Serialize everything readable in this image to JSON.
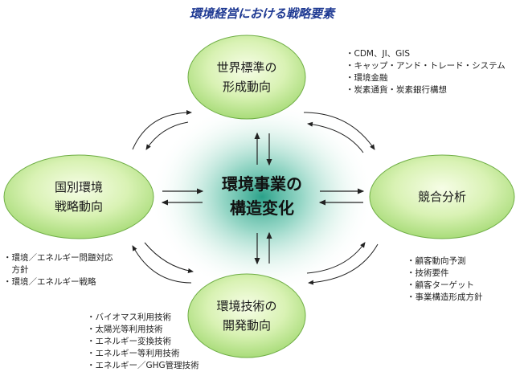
{
  "title": "環境経営における戦略要素",
  "center": {
    "line1": "環境事業の",
    "line2": "構造変化"
  },
  "nodes": {
    "top": {
      "line1": "世界標準の",
      "line2": "形成動向"
    },
    "left": {
      "line1": "国別環境",
      "line2": "戦略動向"
    },
    "right": {
      "line1": "競合分析"
    },
    "bottom": {
      "line1": "環境技術の",
      "line2": "開発動向"
    }
  },
  "notes": {
    "top_right": [
      "・CDM、JI、GIS",
      "・キャップ・アンド・トレード・システム",
      "・環境金融",
      "・炭素通貨・炭素銀行構想"
    ],
    "left": [
      "・環境／エネルギー問題対応",
      "　方針",
      "・環境／エネルギー戦略"
    ],
    "right": [
      "・顧客動向予測",
      "・技術要件",
      "・顧客ターゲット",
      "・事業構造形成方針"
    ],
    "bottom": [
      "・バイオマス利用技術",
      "・太陽光等利用技術",
      "・エネルギー変換技術",
      "・エネルギー等利用技術",
      "・エネルギー／GHG管理技術"
    ]
  },
  "colors": {
    "title": "#1f3a93",
    "node_fill_inner": "#f2fbd8",
    "node_fill_outer": "#aee080",
    "center_glow": "#2ca58a",
    "arrow": "#222222"
  }
}
